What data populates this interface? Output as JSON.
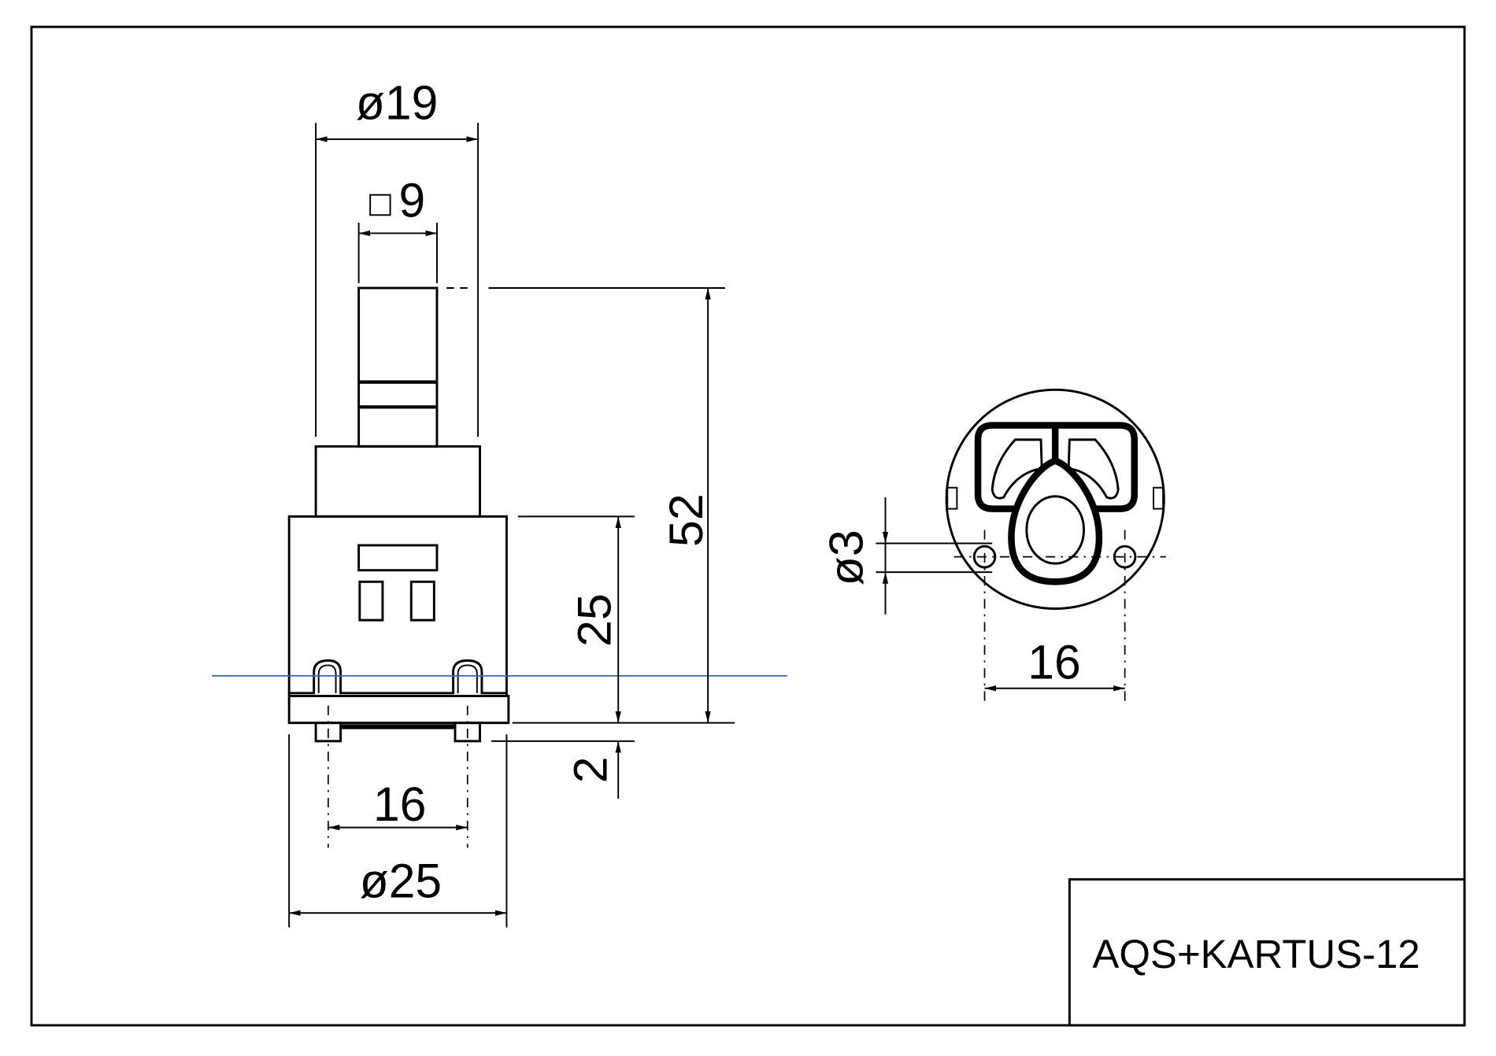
{
  "drawing": {
    "title_block": "AQS+KARTUS-12",
    "side_view": {
      "top_diameter": "ø19",
      "stem_square_symbol": "□",
      "stem_square": "9",
      "overall_height": "52",
      "body_height": "25",
      "pin_height": "2",
      "pin_spacing": "16",
      "base_diameter": "ø25"
    },
    "bottom_view": {
      "hole_diameter": "ø3",
      "hole_spacing": "16"
    },
    "colors": {
      "line": "#000000",
      "reference_line": "#3a6a9a"
    }
  }
}
